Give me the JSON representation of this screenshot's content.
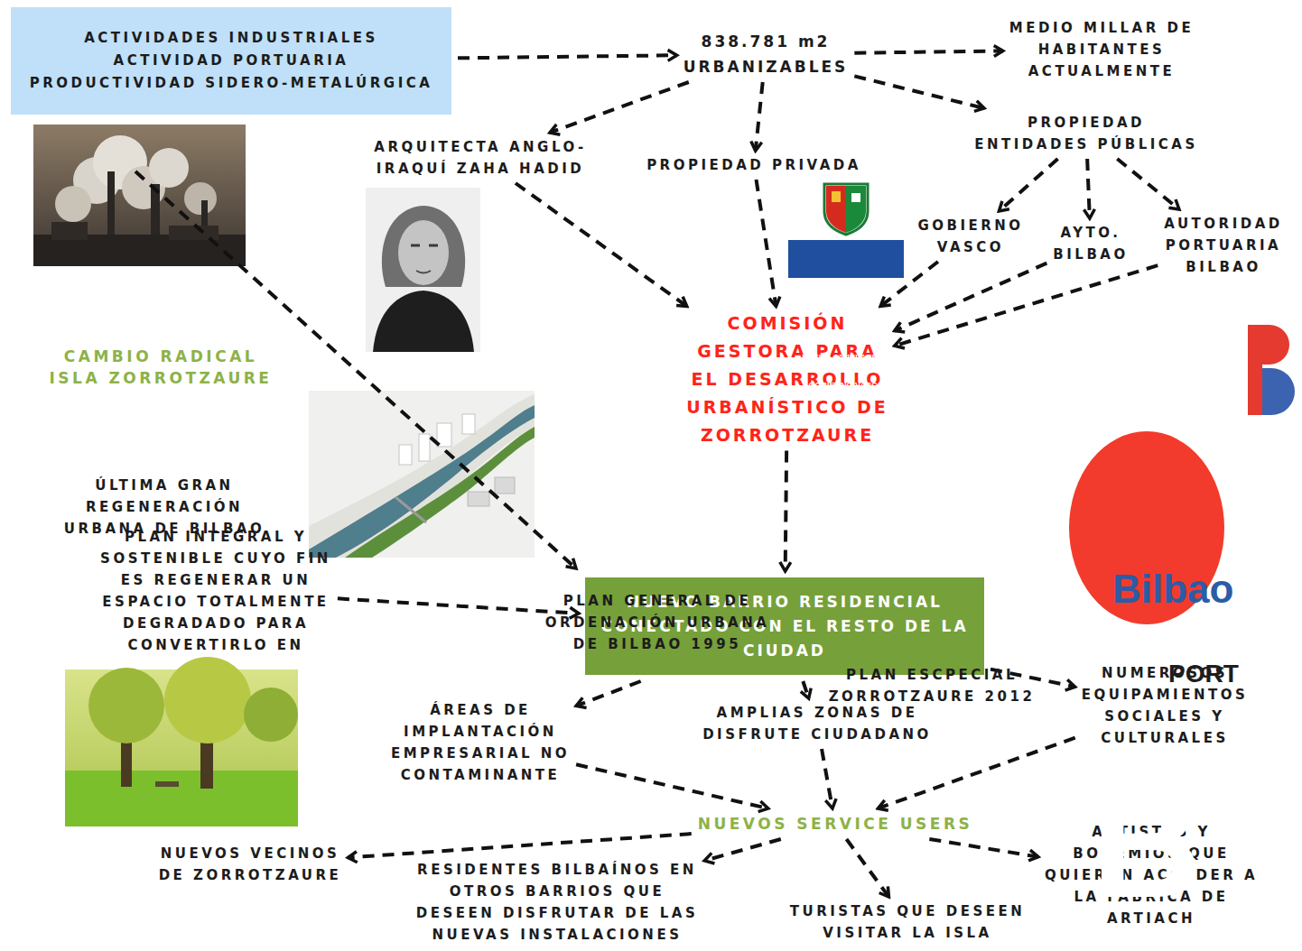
{
  "diagram": {
    "nodes": [
      {
        "text": [
          "ACTIVIDADES INDUSTRIALES",
          "ACTIVIDAD PORTUARIA",
          "PRODUCTIVIDAD SIDERO-METALÚRGICA"
        ]
      },
      {
        "text": [
          "838.781 m2 URBANIZABLES"
        ]
      },
      {
        "text": [
          "MEDIO MILLAR DE HABITANTES ACTUALMENTE"
        ]
      },
      {
        "text": [
          "ARQUITECTA ANGLO-IRAQUÍ ZAHA HADID"
        ]
      },
      {
        "text": [
          "PROPIEDAD PRIVADA"
        ]
      },
      {
        "text": [
          "PROPIEDAD ENTIDADES PÚBLICAS"
        ]
      },
      {
        "text": [
          "GOBIERNO VASCO"
        ]
      },
      {
        "text": [
          "AYTO. BILBAO"
        ]
      },
      {
        "text": [
          "AUTORIDAD PORTUARIA BILBAO"
        ]
      },
      {
        "text": [
          "COMISIÓN GESTORA PARA EL DESARROLLO URBANÍSTICO DE ZORROTZAURE"
        ]
      },
      {
        "text": [
          "NUEVO BARRIO RESIDENCIAL CONECTADO CON EL RESTO DE LA CIUDAD"
        ]
      },
      {
        "text": [
          "PLAN INTEGRAL Y SOSTENIBLE CUYO FIN ES REGENERAR UN ESPACIO TOTALMENTE DEGRADADO PARA CONVERTIRLO EN"
        ]
      },
      {
        "text": [
          "ÁREAS DE IMPLANTACIÓN EMPRESARIAL NO CONTAMINANTE"
        ]
      },
      {
        "text": [
          "AMPLIAS ZONAS DE DISFRUTE CIUDADANO"
        ]
      },
      {
        "text": [
          "NUMEROSOS EQUIPAMIENTOS SOCIALES Y CULTURALES"
        ]
      },
      {
        "text": [
          "NUEVOS SERVICE USERS"
        ]
      },
      {
        "text": [
          "NUEVOS VECINOS DE ZORROTZAURE"
        ]
      },
      {
        "text": [
          "RESIDENTES BILBAÍNOS EN OTROS BARRIOS QUE DESEEN DISFRUTAR DE LAS NUEVAS INSTALACIONES"
        ]
      },
      {
        "text": [
          "TURISTAS QUE DESEEN VISITAR LA ISLA"
        ]
      },
      {
        "text": [
          "ARTISTAS Y BOHEMIOS QUE QUIERAN ACCEDER A LA FÁBRICA DE ARTIACH"
        ]
      }
    ],
    "edges": [
      {
        "from": 0,
        "to": 1,
        "arrow": "to"
      },
      {
        "from": 1,
        "to": 2,
        "arrow": "to"
      },
      {
        "from": 1,
        "to": 3,
        "arrow": "to"
      },
      {
        "from": 1,
        "to": 4,
        "arrow": "to"
      },
      {
        "from": 1,
        "to": 5,
        "arrow": "to"
      },
      {
        "from": 5,
        "to": 6,
        "arrow": "to"
      },
      {
        "from": 5,
        "to": 7,
        "arrow": "to"
      },
      {
        "from": 5,
        "to": 8,
        "arrow": "to"
      },
      {
        "from": 3,
        "to": 9,
        "arrow": "to"
      },
      {
        "from": 4,
        "to": 9,
        "arrow": "to"
      },
      {
        "from": 6,
        "to": 9,
        "arrow": "to"
      },
      {
        "from": 7,
        "to": 9,
        "arrow": "to"
      },
      {
        "from": 8,
        "to": 9,
        "arrow": "to"
      },
      {
        "from": 9,
        "to": 10,
        "arrow": "to"
      },
      {
        "from": 11,
        "to": 10,
        "arrow": "to"
      },
      {
        "from": 10,
        "to": 12,
        "arrow": "to"
      },
      {
        "from": 10,
        "to": 13,
        "arrow": "to"
      },
      {
        "from": 10,
        "to": 14,
        "arrow": "to"
      },
      {
        "from": 12,
        "to": 15,
        "arrow": "to"
      },
      {
        "from": 13,
        "to": 15,
        "arrow": "to"
      },
      {
        "from": 14,
        "to": 15,
        "arrow": "to"
      },
      {
        "from": 15,
        "to": 16,
        "arrow": "to"
      },
      {
        "from": 15,
        "to": 17,
        "arrow": "to"
      },
      {
        "from": 15,
        "to": 18,
        "arrow": "to"
      },
      {
        "from": 15,
        "to": 19,
        "arrow": "to"
      }
    ],
    "labels": [
      "CAMBIO RADICAL ISLA ZORROTZAURE",
      "ÚLTIMA GRAN REGENERACIÓN URBANA DE BILBAO",
      "EUSKO JAURLARITZA",
      "GOBIERNO VASCO",
      "PLAN GENERAL DE ORDENACIÓN URBANA DE BILBAO 1995",
      "PLAN ESCPECIAL ZORROTZAURE 2012",
      "Bilbao",
      "PORT",
      "B"
    ]
  }
}
